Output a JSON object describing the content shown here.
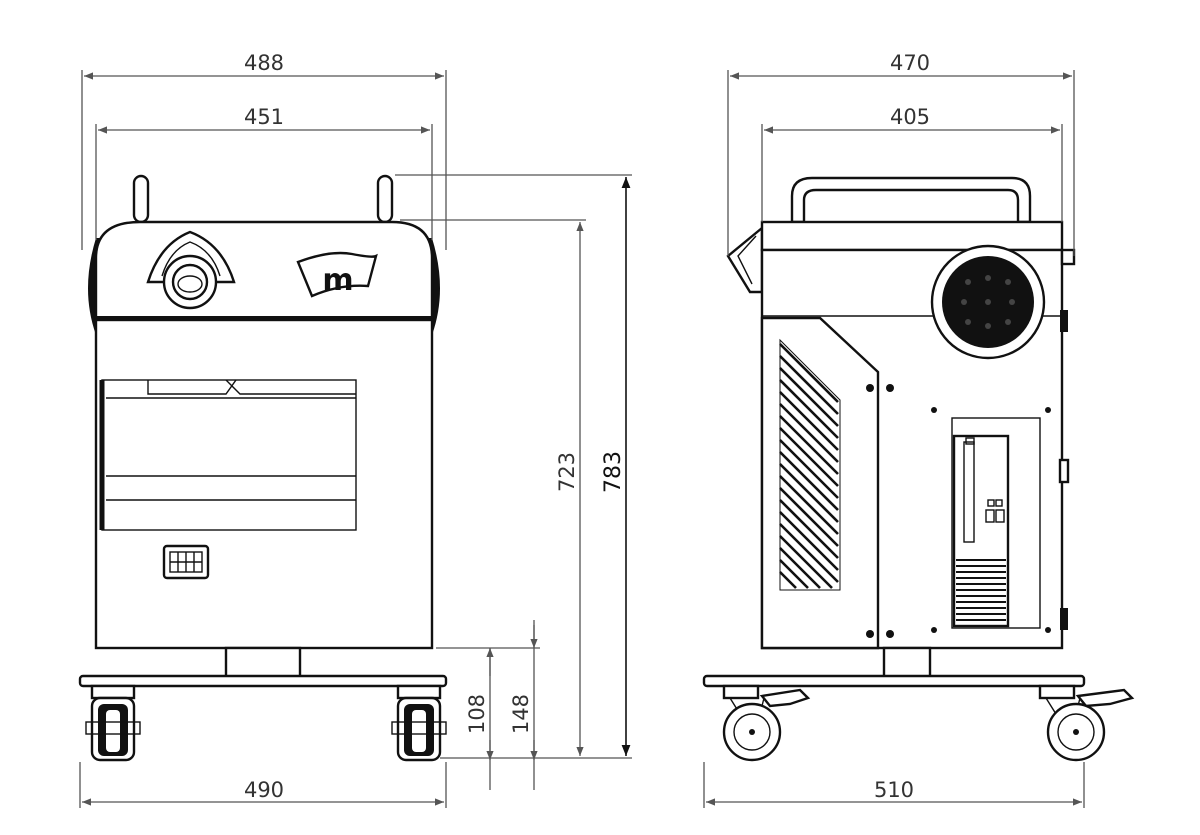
{
  "drawing": {
    "front_view": {
      "dimensions": {
        "overall_width": "488",
        "body_width": "451",
        "base_width": "490",
        "height_body": "723",
        "height_overall": "783",
        "base_height": "108",
        "frame_height": "148"
      },
      "logo_letter": "m"
    },
    "side_view": {
      "dimensions": {
        "overall_depth": "470",
        "body_depth": "405",
        "base_depth": "510"
      }
    },
    "colors": {
      "line": "#111111",
      "dimension": "#555555",
      "background": "#ffffff"
    }
  }
}
